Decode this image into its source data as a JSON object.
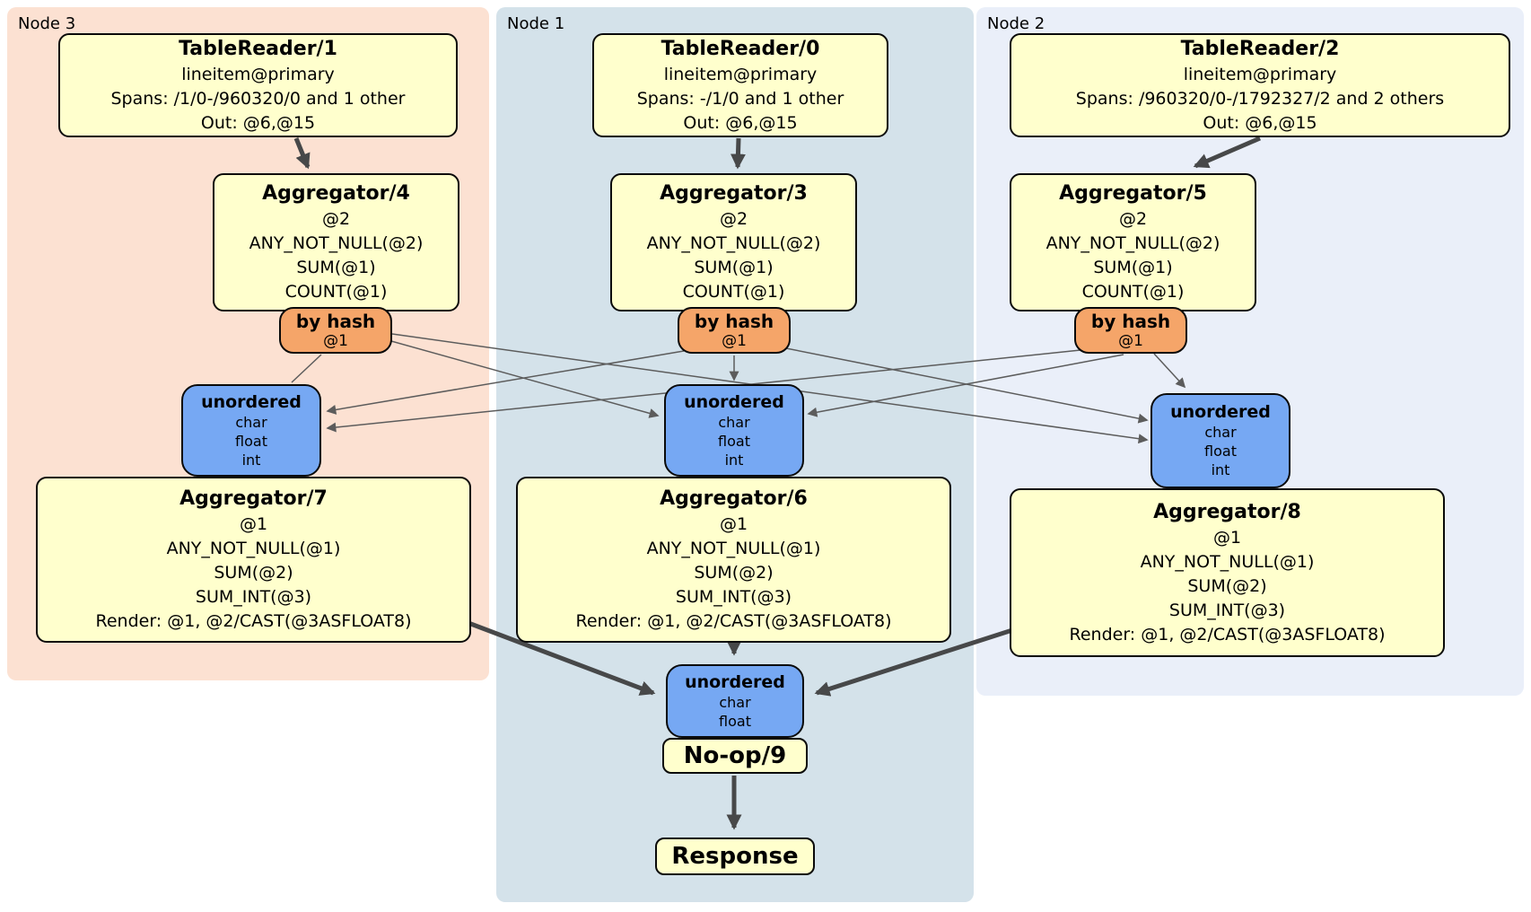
{
  "regions": {
    "node3": {
      "label": "Node 3"
    },
    "node1": {
      "label": "Node 1"
    },
    "node2": {
      "label": "Node 2"
    }
  },
  "processors": {
    "tr1": {
      "title": "TableReader/1",
      "lines": [
        "lineitem@primary",
        "Spans: /1/0-/960320/0 and 1 other",
        "Out: @6,@15"
      ]
    },
    "tr0": {
      "title": "TableReader/0",
      "lines": [
        "lineitem@primary",
        "Spans: -/1/0 and 1 other",
        "Out: @6,@15"
      ]
    },
    "tr2": {
      "title": "TableReader/2",
      "lines": [
        "lineitem@primary",
        "Spans: /960320/0-/1792327/2 and 2 others",
        "Out: @6,@15"
      ]
    },
    "agg4": {
      "title": "Aggregator/4",
      "lines": [
        "@2",
        "ANY_NOT_NULL(@2)",
        "SUM(@1)",
        "COUNT(@1)"
      ]
    },
    "agg3": {
      "title": "Aggregator/3",
      "lines": [
        "@2",
        "ANY_NOT_NULL(@2)",
        "SUM(@1)",
        "COUNT(@1)"
      ]
    },
    "agg5": {
      "title": "Aggregator/5",
      "lines": [
        "@2",
        "ANY_NOT_NULL(@2)",
        "SUM(@1)",
        "COUNT(@1)"
      ]
    },
    "agg7": {
      "title": "Aggregator/7",
      "lines": [
        "@1",
        "ANY_NOT_NULL(@1)",
        "SUM(@2)",
        "SUM_INT(@3)",
        "Render: @1, @2/CAST(@3ASFLOAT8)"
      ]
    },
    "agg6": {
      "title": "Aggregator/6",
      "lines": [
        "@1",
        "ANY_NOT_NULL(@1)",
        "SUM(@2)",
        "SUM_INT(@3)",
        "Render: @1, @2/CAST(@3ASFLOAT8)"
      ]
    },
    "agg8": {
      "title": "Aggregator/8",
      "lines": [
        "@1",
        "ANY_NOT_NULL(@1)",
        "SUM(@2)",
        "SUM_INT(@3)",
        "Render: @1, @2/CAST(@3ASFLOAT8)"
      ]
    },
    "noop": {
      "title": "No-op/9"
    },
    "response": {
      "title": "Response"
    }
  },
  "routers": {
    "bh4": {
      "title": "by hash",
      "detail": "@1"
    },
    "bh3": {
      "title": "by hash",
      "detail": "@1"
    },
    "bh5": {
      "title": "by hash",
      "detail": "@1"
    }
  },
  "syncs": {
    "un7": {
      "title": "unordered",
      "lines": [
        "char",
        "float",
        "int"
      ]
    },
    "un6": {
      "title": "unordered",
      "lines": [
        "char",
        "float",
        "int"
      ]
    },
    "un8": {
      "title": "unordered",
      "lines": [
        "char",
        "float",
        "int"
      ]
    },
    "unfinal": {
      "title": "unordered",
      "lines": [
        "char",
        "float"
      ]
    }
  },
  "colors": {
    "node3_bg": "#fce1d2",
    "node1_bg": "#d4e2ea",
    "node2_bg": "#eaeff9",
    "processor_fill": "#ffffcd",
    "router_fill": "#f5a569",
    "sync_fill": "#76a8f3",
    "edge_thick": "#474849",
    "edge_thin": "#5c5c5c"
  }
}
